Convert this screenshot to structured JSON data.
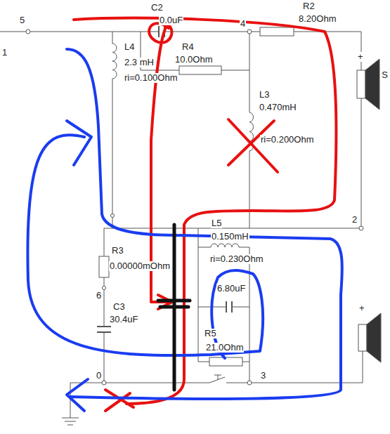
{
  "diagram": {
    "labels": [
      "5",
      "1",
      "C2",
      "0.0uF",
      "R4",
      "10.0Ohm",
      "R2",
      "8.20Ohm",
      "4",
      "L4",
      "2.3 mH",
      "ri=0.100Ohm",
      "L3",
      "0.470mH",
      "ri=0.200Ohm",
      "2",
      "L5",
      "0.150mH",
      "ri=0.230Ohm",
      "R3",
      "0.00000mOhm",
      "6",
      "C3",
      "30.4uF",
      "6.80uF",
      "R5",
      "21.0Ohm",
      "0",
      "3",
      "S",
      "+",
      "+"
    ]
  }
}
